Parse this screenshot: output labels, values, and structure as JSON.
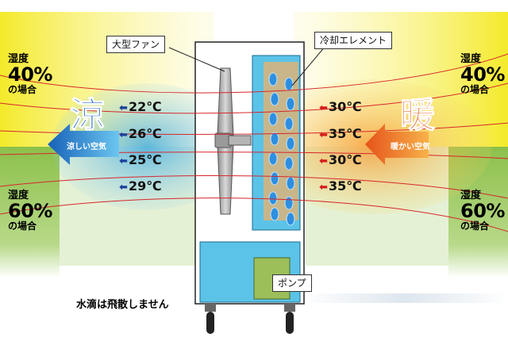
{
  "bands": {
    "top_left": {
      "humidity": "湿度",
      "percent": "40%",
      "suffix": "の場合"
    },
    "bottom_left": {
      "humidity": "湿度",
      "percent": "60%",
      "suffix": "の場合"
    },
    "top_right": {
      "humidity": "湿度",
      "percent": "40%",
      "suffix": "の場合"
    },
    "bottom_right": {
      "humidity": "湿度",
      "percent": "60%",
      "suffix": "の場合"
    }
  },
  "labels": {
    "fan": "大型ファン",
    "cooling_element": "冷却エレメント",
    "pump": "ポンプ",
    "cool_kanji": "涼",
    "cool_air": "涼しい空気",
    "warm_kanji": "暖",
    "warm_air": "暖かい空気",
    "note": "水滴は飛散しません"
  },
  "temps_out": [
    "22℃",
    "26℃",
    "25℃",
    "29℃"
  ],
  "temps_in": [
    "30℃",
    "35℃",
    "30℃",
    "35℃"
  ],
  "colors": {
    "band_top": "#f7ef3a",
    "band_bottom": "#8bc34a",
    "cool": "#1e88d6",
    "warm": "#f07a1a",
    "machine_blue": "#5bc3e8",
    "element": "#c8b68a",
    "pump": "#9cbf5a",
    "flow_line": "#d7262c"
  }
}
